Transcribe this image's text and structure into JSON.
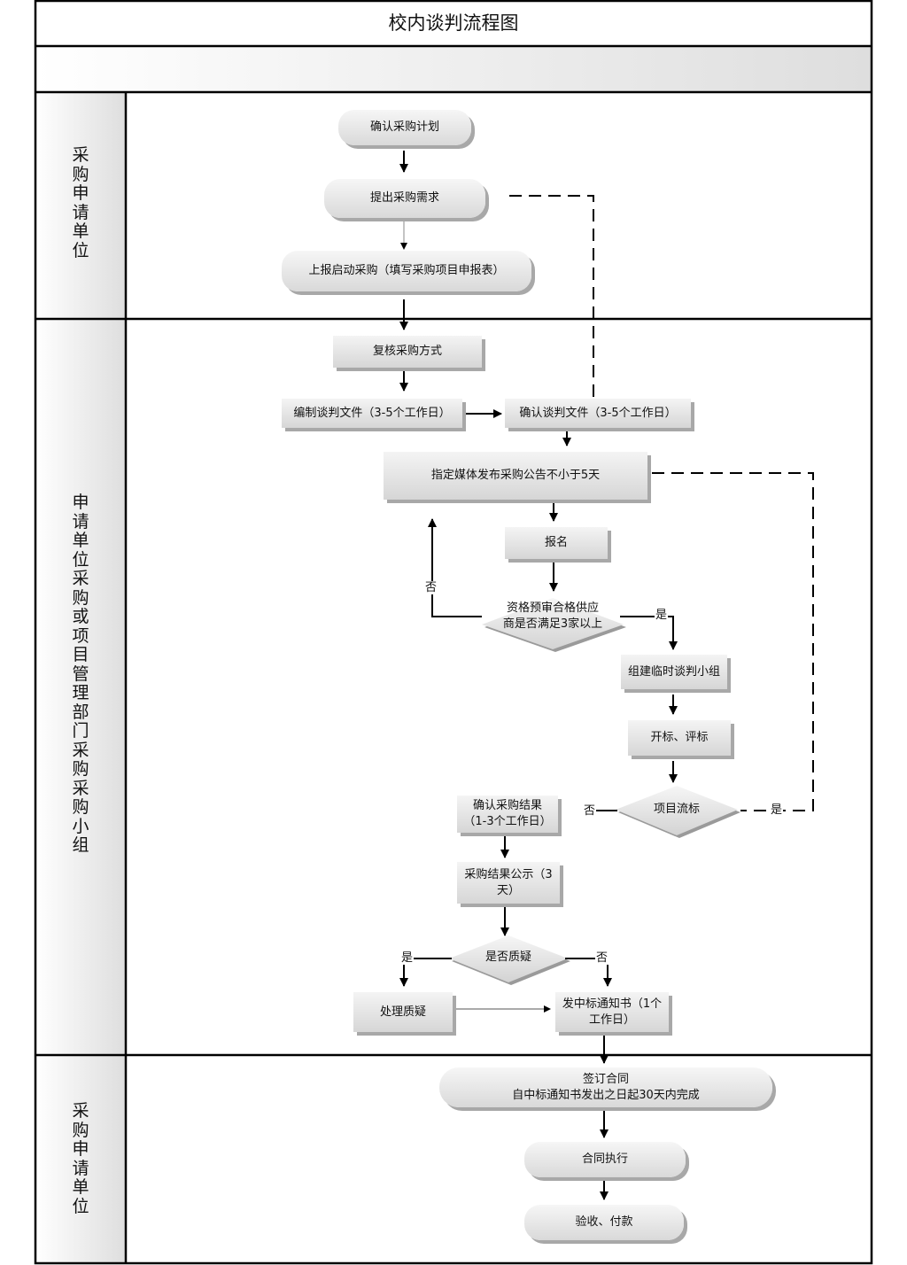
{
  "title": "校内谈判流程图",
  "lanes": [
    {
      "label": "采购申请单位"
    },
    {
      "label": "申请单位采购或项目管理部门采购　采购小组"
    },
    {
      "label": "采购申请单位"
    }
  ],
  "nodes": {
    "confirm_plan": "确认采购计划",
    "submit_demand": "提出采购需求",
    "report_start": "上报启动采购（填写采购项目申报表）",
    "review_method": "复核采购方式",
    "compile_doc": "编制谈判文件（3-5个工作日）",
    "confirm_doc": "确认谈判文件（3-5个工作日）",
    "publish_notice": "指定媒体发布采购公告不小于5天",
    "register": "报名",
    "qualify_decision": "资格预审合格供应\n商是否满足3家以上",
    "form_group": "组建临时谈判小组",
    "open_bid": "开标、评标",
    "project_fail": "项目流标",
    "confirm_result": "确认采购结果\n（1-3个工作日）",
    "publicize": "采购结果公示（3\n天）",
    "objection_decision": "是否质疑",
    "handle_objection": "处理质疑",
    "issue_notice": "发中标通知书（1个\n工作日）",
    "sign_contract": "签订合同\n自中标通知书发出之日起30天内完成",
    "execute_contract": "合同执行",
    "accept_pay": "验收、付款"
  },
  "edge_labels": {
    "qualify_no": "否",
    "qualify_yes": "是",
    "fail_no": "否",
    "fail_yes": "是",
    "objection_yes": "是",
    "objection_no": "否"
  },
  "colors": {
    "line": "#000000",
    "node_fill_top": "#f6f6f6",
    "node_fill_bottom": "#d9d9d9",
    "shadow": "#a8a8a8"
  }
}
